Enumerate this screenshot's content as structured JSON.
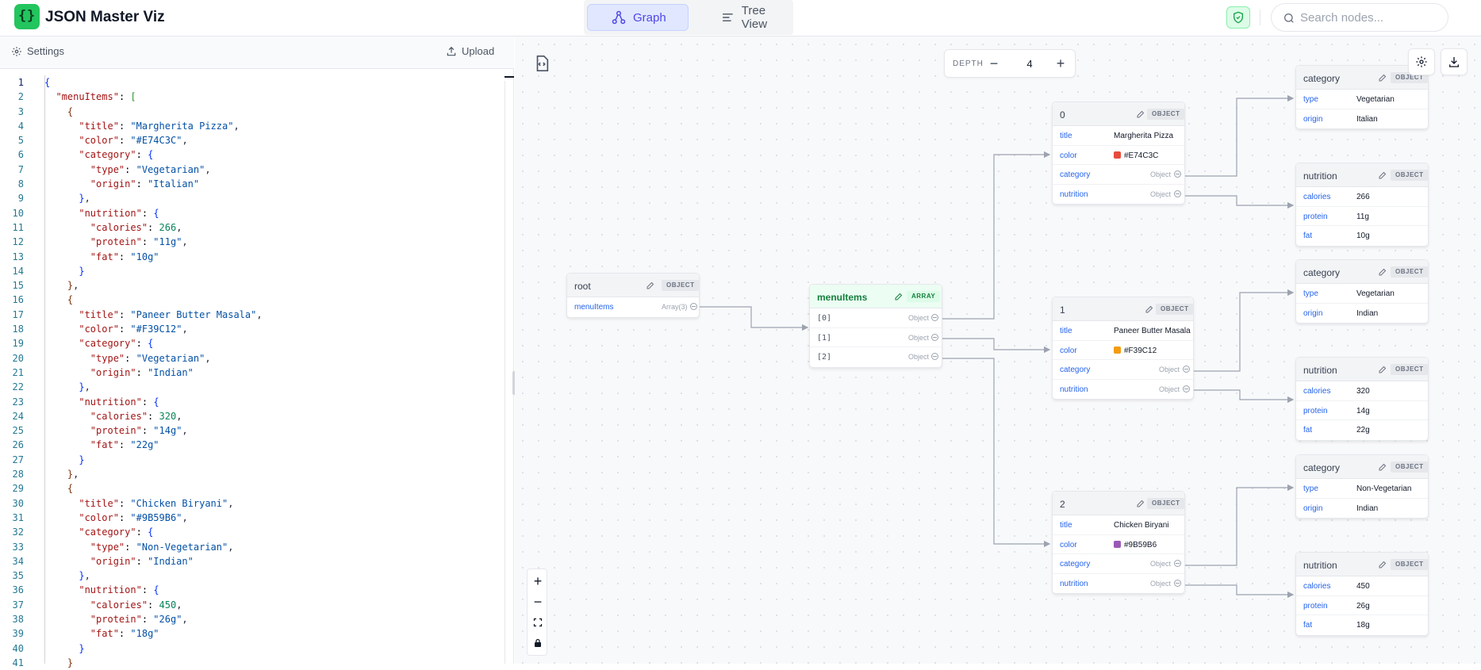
{
  "app": {
    "title": "JSON Master Viz"
  },
  "view_tabs": {
    "graph": "Graph",
    "tree": "Tree View"
  },
  "search": {
    "placeholder": "Search nodes..."
  },
  "editor": {
    "settings_label": "Settings",
    "upload_label": "Upload",
    "lines": [
      "{",
      "  \"menuItems\": [",
      "    {",
      "      \"title\": \"Margherita Pizza\",",
      "      \"color\": \"#E74C3C\",",
      "      \"category\": {",
      "        \"type\": \"Vegetarian\",",
      "        \"origin\": \"Italian\"",
      "      },",
      "      \"nutrition\": {",
      "        \"calories\": 266,",
      "        \"protein\": \"11g\",",
      "        \"fat\": \"10g\"",
      "      }",
      "    },",
      "    {",
      "      \"title\": \"Paneer Butter Masala\",",
      "      \"color\": \"#F39C12\",",
      "      \"category\": {",
      "        \"type\": \"Vegetarian\",",
      "        \"origin\": \"Indian\"",
      "      },",
      "      \"nutrition\": {",
      "        \"calories\": 320,",
      "        \"protein\": \"14g\",",
      "        \"fat\": \"22g\"",
      "      }",
      "    },",
      "    {",
      "      \"title\": \"Chicken Biryani\",",
      "      \"color\": \"#9B59B6\",",
      "      \"category\": {",
      "        \"type\": \"Non-Vegetarian\",",
      "        \"origin\": \"Indian\"",
      "      },",
      "      \"nutrition\": {",
      "        \"calories\": 450,",
      "        \"protein\": \"26g\",",
      "        \"fat\": \"18g\"",
      "      }",
      "    }"
    ]
  },
  "depth": {
    "label": "DEPTH",
    "value": "4"
  },
  "graph": {
    "root": {
      "name": "root",
      "badge": "OBJECT",
      "rows": [
        {
          "key": "menuItems",
          "type": "Array(3)"
        }
      ]
    },
    "menuItems": {
      "name": "menuItems",
      "badge": "ARRAY",
      "rows": [
        {
          "key": "[0]",
          "type": "Object"
        },
        {
          "key": "[1]",
          "type": "Object"
        },
        {
          "key": "[2]",
          "type": "Object"
        }
      ]
    },
    "items": [
      {
        "name": "0",
        "badge": "OBJECT",
        "title": "Margherita Pizza",
        "color": "#E74C3C",
        "category_type": "Object",
        "nutrition_type": "Object",
        "category": {
          "name": "category",
          "badge": "OBJECT",
          "type": "Vegetarian",
          "origin": "Italian"
        },
        "nutrition": {
          "name": "nutrition",
          "badge": "OBJECT",
          "calories": "266",
          "protein": "11g",
          "fat": "10g"
        }
      },
      {
        "name": "1",
        "badge": "OBJECT",
        "title": "Paneer Butter Masala",
        "color": "#F39C12",
        "category_type": "Object",
        "nutrition_type": "Object",
        "category": {
          "name": "category",
          "badge": "OBJECT",
          "type": "Vegetarian",
          "origin": "Indian"
        },
        "nutrition": {
          "name": "nutrition",
          "badge": "OBJECT",
          "calories": "320",
          "protein": "14g",
          "fat": "22g"
        }
      },
      {
        "name": "2",
        "badge": "OBJECT",
        "title": "Chicken Biryani",
        "color": "#9B59B6",
        "category_type": "Object",
        "nutrition_type": "Object",
        "category": {
          "name": "category",
          "badge": "OBJECT",
          "type": "Non-Vegetarian",
          "origin": "Indian"
        },
        "nutrition": {
          "name": "nutrition",
          "badge": "OBJECT",
          "calories": "450",
          "protein": "26g",
          "fat": "18g"
        }
      }
    ],
    "labels": {
      "title": "title",
      "color": "color",
      "category": "category",
      "nutrition": "nutrition",
      "type": "type",
      "origin": "origin",
      "calories": "calories",
      "protein": "protein",
      "fat": "fat"
    }
  },
  "icons": {
    "logo": "curly-braces-icon",
    "graph_tab": "share-nodes-icon",
    "tree_tab": "list-icon",
    "shield": "shield-check-icon",
    "search": "search-icon",
    "settings": "gear-icon",
    "upload": "upload-icon",
    "file_json": "file-json-icon",
    "canvas_settings": "gear-icon",
    "download": "download-icon",
    "zoom_in": "plus-icon",
    "zoom_out": "minus-icon",
    "fit": "fit-view-icon",
    "lock": "lock-icon"
  }
}
